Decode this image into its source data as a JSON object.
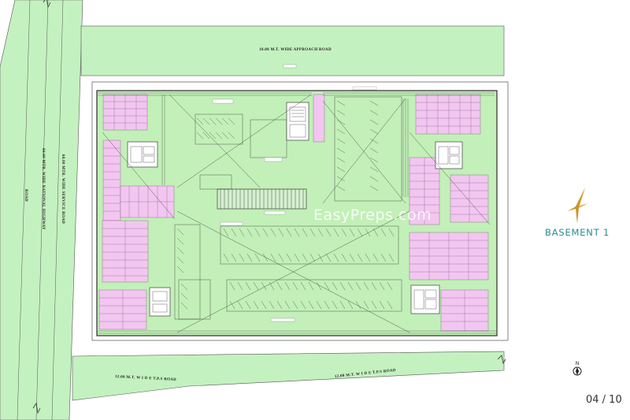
{
  "roads": {
    "top": "18.00 M.T. WIDE APPROACH ROAD",
    "bottom_left": "12.00 M.T. W I D E T.P.S ROAD",
    "bottom_right": "12.00 M.T. W I D E T.P.S ROAD",
    "left_outer": "ROAD",
    "left_mid": "60.00 MTR. WIDE NATIONAL HIGHWAY",
    "left_inner": "60.00 MTR. WIDE SERVICE ROAD"
  },
  "watermark": "EasyPreps.com",
  "sheet_title": "BASEMENT 1",
  "page_number": "04 / 10",
  "colors": {
    "road_fill": "#c4f1c0",
    "site_fill": "#c2f0b8",
    "parking_stall": "#f2c6f0",
    "plan_line": "#2b2b2b",
    "accent": "#c9962e",
    "title": "#2a8c92"
  }
}
